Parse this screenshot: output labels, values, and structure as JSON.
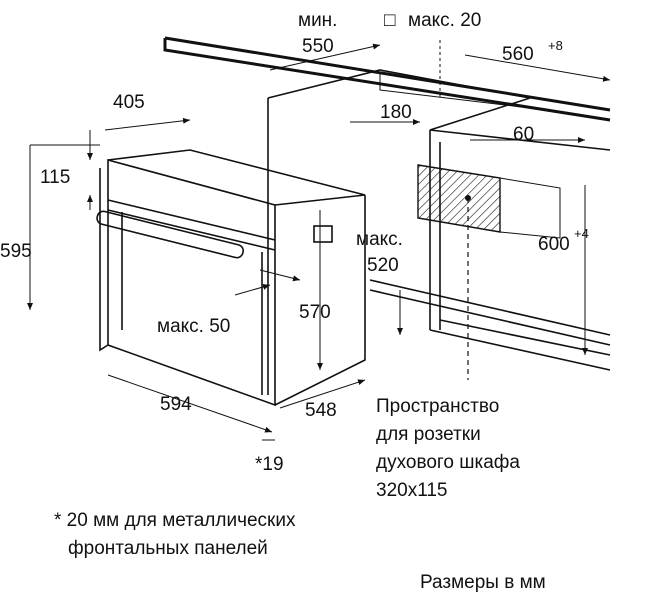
{
  "dimensions": {
    "min_label": "мин.",
    "min_width": "550",
    "max_gap_symbol": "□",
    "max_gap": "макс. 20",
    "niche_depth": "560",
    "niche_depth_tol": "+8",
    "oven_depth_top": "405",
    "offset_180": "180",
    "offset_60": "60",
    "panel_height": "115",
    "oven_height": "595",
    "max_label": "макс.",
    "max_520": "520",
    "niche_height": "600",
    "niche_height_tol": "+4",
    "max_50": "макс. 50",
    "inner_570": "570",
    "oven_width": "594",
    "oven_depth": "548",
    "front_19": "*19"
  },
  "socket_note": [
    "Пространство",
    "для розетки",
    "духового шкафа",
    "320x115"
  ],
  "footnote": [
    "* 20 мм для металлических",
    "фронтальных панелей"
  ],
  "units_note": "Размеры в мм"
}
